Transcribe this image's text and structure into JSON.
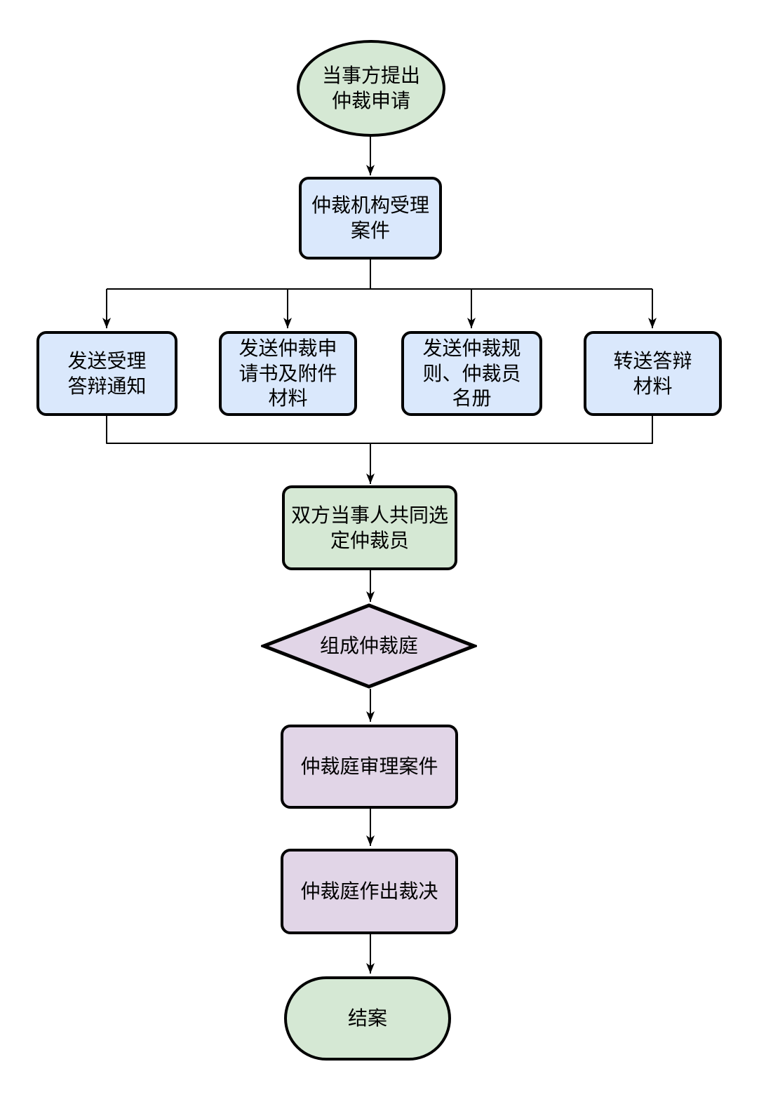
{
  "diagram": {
    "description": "仲裁流程图",
    "colors": {
      "green": "#d5e8d4",
      "blue": "#dae8fc",
      "purple": "#e1d5e7",
      "stroke": "#000000",
      "background": "#ffffff"
    },
    "nodes": {
      "start": {
        "label": "当事方提出\n仲裁申请",
        "shape": "ellipse",
        "fill": "green"
      },
      "accept": {
        "label": "仲裁机构受理\n案件",
        "shape": "rect",
        "fill": "blue"
      },
      "send_notice": {
        "label": "发送受理\n答辩通知",
        "shape": "rect",
        "fill": "blue"
      },
      "send_application": {
        "label": "发送仲裁申\n请书及附件\n材料",
        "shape": "rect",
        "fill": "blue"
      },
      "send_rules": {
        "label": "发送仲裁规\n则、仲裁员\n名册",
        "shape": "rect",
        "fill": "blue"
      },
      "forward_defense": {
        "label": "转送答辩\n材料",
        "shape": "rect",
        "fill": "blue"
      },
      "select_arbitrators": {
        "label": "双方当事人共同选\n定仲裁员",
        "shape": "rect",
        "fill": "green"
      },
      "form_tribunal": {
        "label": "组成仲裁庭",
        "shape": "diamond",
        "fill": "purple"
      },
      "hearing": {
        "label": "仲裁庭审理案件",
        "shape": "rect",
        "fill": "purple"
      },
      "award": {
        "label": "仲裁庭作出裁决",
        "shape": "rect",
        "fill": "purple"
      },
      "close_case": {
        "label": "结案",
        "shape": "stadium",
        "fill": "green"
      }
    }
  }
}
